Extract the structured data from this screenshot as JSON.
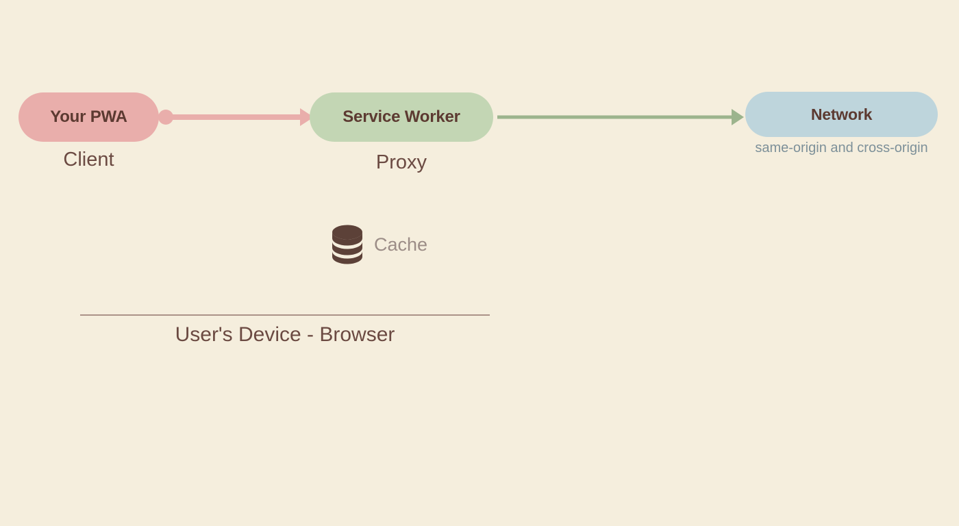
{
  "diagram": {
    "background_color": "#f5eedd",
    "nodes": [
      {
        "id": "pwa",
        "label": "Your PWA",
        "caption": "Client",
        "color": "#e9aeab",
        "text_color": "#5c3a31"
      },
      {
        "id": "service-worker",
        "label": "Service Worker",
        "caption": "Proxy",
        "color": "#c3d6b4",
        "text_color": "#5c3a31"
      },
      {
        "id": "network",
        "label": "Network",
        "caption": "same-origin and cross-origin",
        "color": "#bed5dc",
        "text_color": "#5c3a31",
        "caption_color": "#7d9099"
      }
    ],
    "edges": [
      {
        "id": "pwa-to-service-worker",
        "from": "pwa",
        "to": "service-worker",
        "color": "#e9aeab",
        "start_marker": "dot",
        "end_marker": "arrowhead"
      },
      {
        "id": "service-worker-to-network",
        "from": "service-worker",
        "to": "network",
        "color": "#9cb48d",
        "start_marker": "none",
        "end_marker": "arrowhead"
      }
    ],
    "storage": {
      "icon": "database-cylinder-icon",
      "label": "Cache",
      "icon_color": "#5c4138",
      "label_color": "#9c8d87"
    },
    "boundary": {
      "label": "User's Device - Browser",
      "line_color": "#ab9288",
      "label_color": "#6b4a42"
    }
  }
}
